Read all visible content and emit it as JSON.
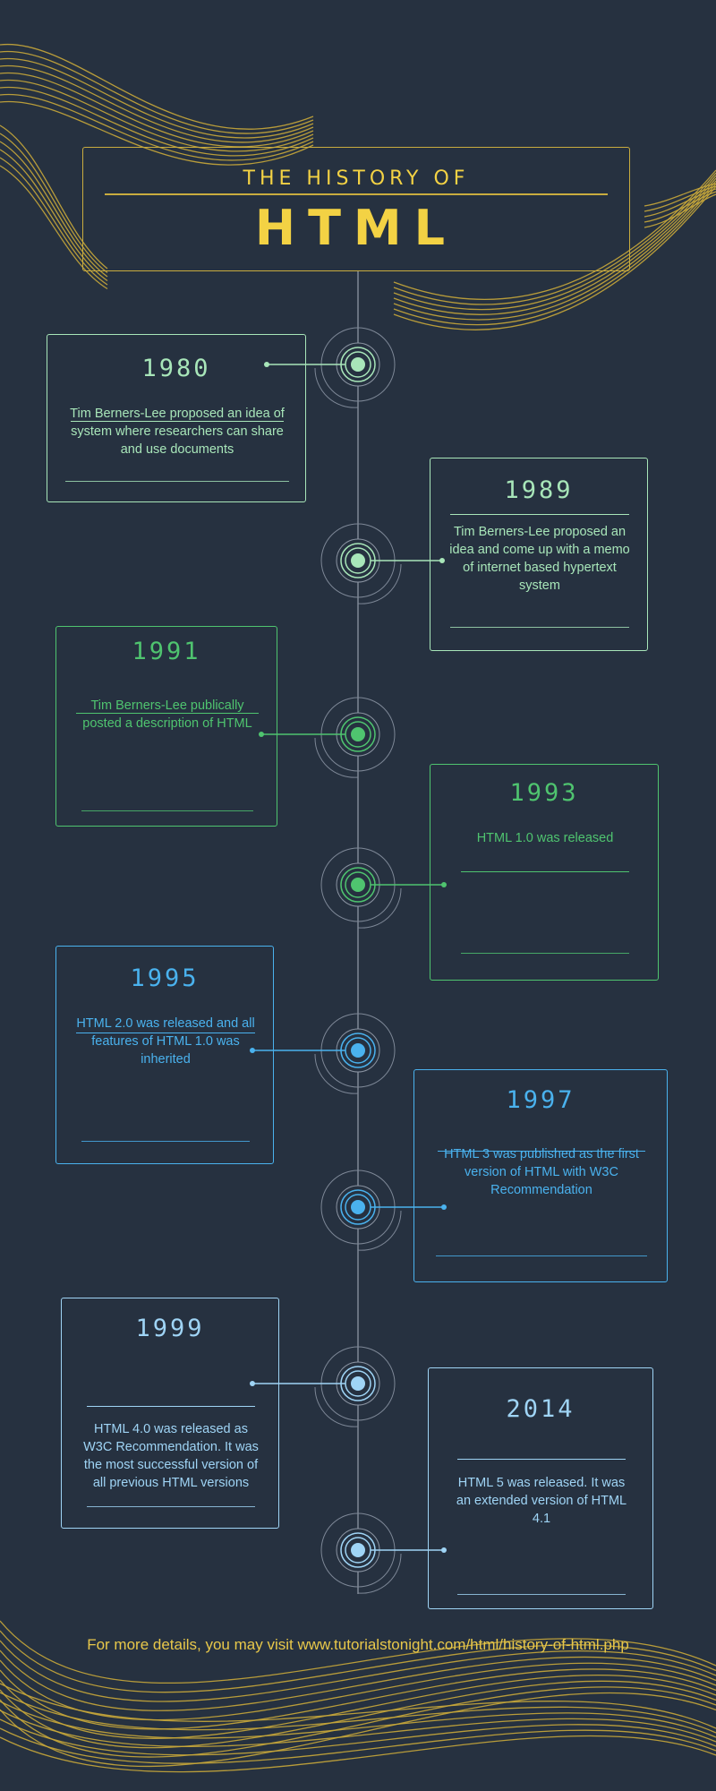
{
  "header": {
    "subtitle": "THE HISTORY OF",
    "title": "HTML"
  },
  "colors": {
    "background": "#263140",
    "gold": "#f3d244",
    "axis": "#8c95a3",
    "mint": "#a8e6b9",
    "green": "#4fc46f",
    "blue": "#4ab2ee",
    "lightblue": "#9fd4f5"
  },
  "events": [
    {
      "year": "1980",
      "color": "#a8e6b9",
      "description": "Tim Berners-Lee proposed an idea of system where researchers can share and use  documents"
    },
    {
      "year": "1989",
      "color": "#a8e6b9",
      "description": "Tim Berners-Lee proposed an idea and come up with a memo of internet based hypertext system"
    },
    {
      "year": "1991",
      "color": "#4fc46f",
      "description": "Tim Berners-Lee publically posted a description of HTML"
    },
    {
      "year": "1993",
      "color": "#4fc46f",
      "description": "HTML 1.0 was released"
    },
    {
      "year": "1995",
      "color": "#4ab2ee",
      "description": "HTML 2.0 was released and all features of HTML 1.0 was inherited"
    },
    {
      "year": "1997",
      "color": "#4ab2ee",
      "description": "HTML 3 was published as the first version of HTML with W3C Recommendation"
    },
    {
      "year": "1999",
      "color": "#9fd4f5",
      "description": "HTML 4.0 was released as W3C Recommendation. It was the most successful version of all previous HTML versions"
    },
    {
      "year": "2014",
      "color": "#9fd4f5",
      "description": "HTML 5 was released. It was an extended version of HTML 4.1"
    }
  ],
  "footer": {
    "text": "For more details, you may visit www.tutorialstonight.com/html/history-of-html.php"
  }
}
